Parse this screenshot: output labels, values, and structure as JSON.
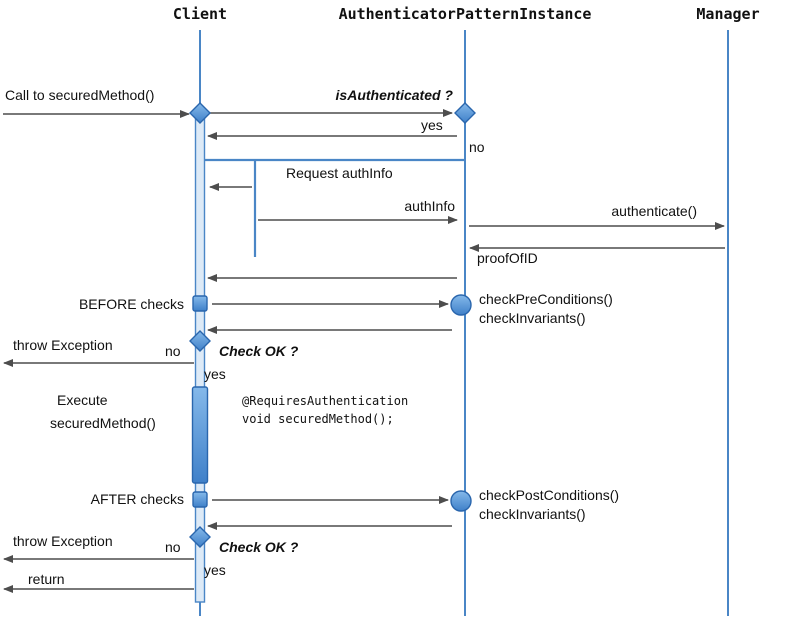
{
  "lifelines": {
    "client": "Client",
    "authenticator": "AuthenticatorPatternInstance",
    "manager": "Manager"
  },
  "labels": {
    "call_secured_method": "Call to securedMethod()",
    "is_authenticated": "isAuthenticated ?",
    "yes_top": "yes",
    "no_top": "no",
    "request_auth_info": "Request authInfo",
    "auth_info": "authInfo",
    "authenticate": "authenticate()",
    "proof_of_id": "proofOfID",
    "before_checks": "BEFORE checks",
    "check_pre_conditions": "checkPreConditions()",
    "check_invariants_before": "checkInvariants()",
    "throw_exception_before": "throw Exception",
    "no_before": "no",
    "check_ok_before": "Check OK ?",
    "yes_before": "yes",
    "execute": "Execute",
    "secured_method": "securedMethod()",
    "code_annotation": "@RequiresAuthentication",
    "code_method": "void securedMethod();",
    "after_checks": "AFTER checks",
    "check_post_conditions": "checkPostConditions()",
    "check_invariants_after": "checkInvariants()",
    "throw_exception_after": "throw Exception",
    "no_after": "no",
    "check_ok_after": "Check OK ?",
    "yes_after": "yes",
    "return_msg": "return"
  },
  "colors": {
    "lifeline_blue": "#4a86c6",
    "shape_fill_top": "#85b9ea",
    "shape_fill_bottom": "#3f80c9",
    "shape_border": "#2a66ad",
    "activation_fill": "#ddeaf7",
    "arrow_gray": "#4d4d4d",
    "background": "#ffffff"
  }
}
